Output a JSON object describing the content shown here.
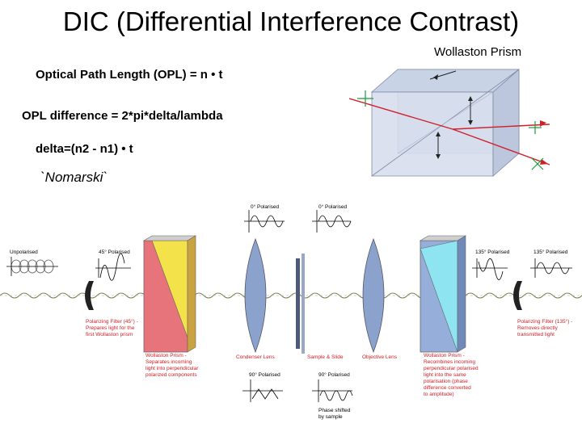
{
  "title": "DIC (Differential Interference Contrast)",
  "wollaston_label": "Wollaston Prism",
  "equations": {
    "opl": "Optical Path Length (OPL) = n • t",
    "opl_diff": "OPL difference = 2*pi*delta/lambda",
    "delta": "delta=(n2 - n1) • t"
  },
  "nomarski": "`Nomarski`",
  "diagram": {
    "unpolarised": "Unpolarised",
    "pol45": "45° Polarised",
    "pol0_a": "0° Polarised",
    "pol0_b": "0° Polarised",
    "pol135_a": "135° Polarised",
    "pol135_b": "135° Polarised",
    "pol90_a": "90° Polarised",
    "pol90_b": "90° Polarised",
    "filter45": [
      "Polarizing Filter (45°) -",
      "Prepares light for the",
      "first Wollaston prism"
    ],
    "wollaston1": [
      "Wollaston Prism -",
      "Separates incoming",
      "light into perpendicular",
      "polarized components"
    ],
    "condenser": "Condenser Lens",
    "sample": "Sample & Slide",
    "objective": "Objective Lens",
    "wollaston2": [
      "Wollaston Prism -",
      "Recombines incoming",
      "perpendicular polarised",
      "light into the same",
      "polarisation (phase",
      "difference converted",
      "to amplitude)"
    ],
    "filter135": [
      "Polarizing Filter (135°) -",
      "Removes directly",
      "transmitted light"
    ],
    "phase_shift": [
      "Phase shifted",
      "by sample"
    ]
  },
  "colors": {
    "red_text": "#d0202a",
    "prism_yellow": "#f3e24a",
    "prism_red": "#e7747a",
    "prism_cyan": "#8fe4f2",
    "prism_blue": "#96aeda",
    "lens_blue": "#8aa2cc"
  }
}
